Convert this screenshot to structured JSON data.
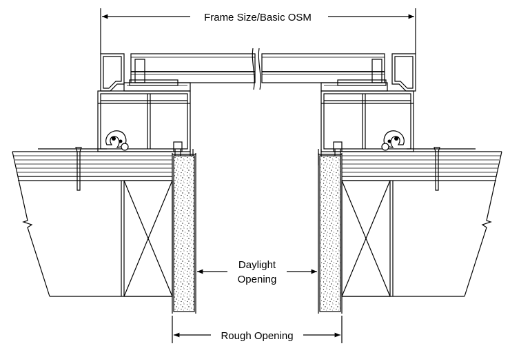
{
  "labels": {
    "frame_size": "Frame Size/Basic OSM",
    "daylight_line1": "Daylight",
    "daylight_line2": "Opening",
    "rough_opening": "Rough Opening"
  },
  "colors": {
    "line": "#000000",
    "background": "#ffffff",
    "stipple_fill": "#ffffff"
  }
}
